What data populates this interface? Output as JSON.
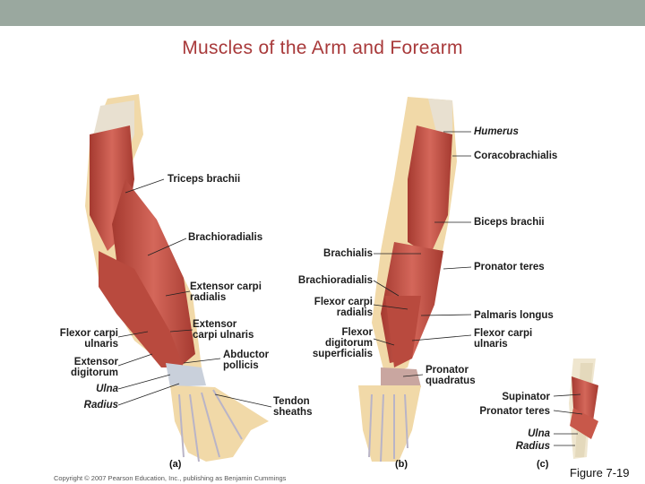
{
  "title": "Muscles of the Arm and Forearm",
  "figure_label": "Figure 7-19",
  "copyright": "Copyright © 2007 Pearson Education, Inc., publishing as Benjamin Cummings",
  "panels": [
    "(a)",
    "(b)",
    "(c)"
  ],
  "labels_a": {
    "triceps": "Triceps brachii",
    "brachioradialis": "Brachioradialis",
    "ext_carpi_radialis": "Extensor carpi\nradialis",
    "ext_carpi_ulnaris": "Extensor\ncarpi ulnaris",
    "abductor": "Abductor\npollicis",
    "flex_carpi_ulnaris": "Flexor carpi\nulnaris",
    "ext_digitorum": "Extensor\ndigitorum",
    "ulna": "Ulna",
    "radius": "Radius",
    "tendon": "Tendon\nsheaths"
  },
  "labels_b_left": {
    "brachialis": "Brachialis",
    "brachioradialis": "Brachioradialis",
    "flex_carpi_radialis": "Flexor carpi\nradialis",
    "flex_digitorum": "Flexor\ndigitorum\nsuperficialis"
  },
  "labels_b_right": {
    "humerus": "Humerus",
    "coracobrachialis": "Coracobrachialis",
    "biceps": "Biceps brachii",
    "pronator_teres": "Pronator teres",
    "palmaris": "Palmaris longus",
    "flex_carpi_ulnaris": "Flexor carpi\nulnaris",
    "pronator_quadratus": "Pronator\nquadratus"
  },
  "labels_c": {
    "supinator": "Supinator",
    "pronator_teres": "Pronator teres",
    "ulna": "Ulna",
    "radius": "Radius"
  },
  "colors": {
    "topbar": "#9aa89f",
    "title": "#a8393a",
    "muscle": "#c8584a",
    "muscle_dark": "#a53a30",
    "tendon": "#d9d2c4",
    "skin": "#f1d9a8"
  }
}
